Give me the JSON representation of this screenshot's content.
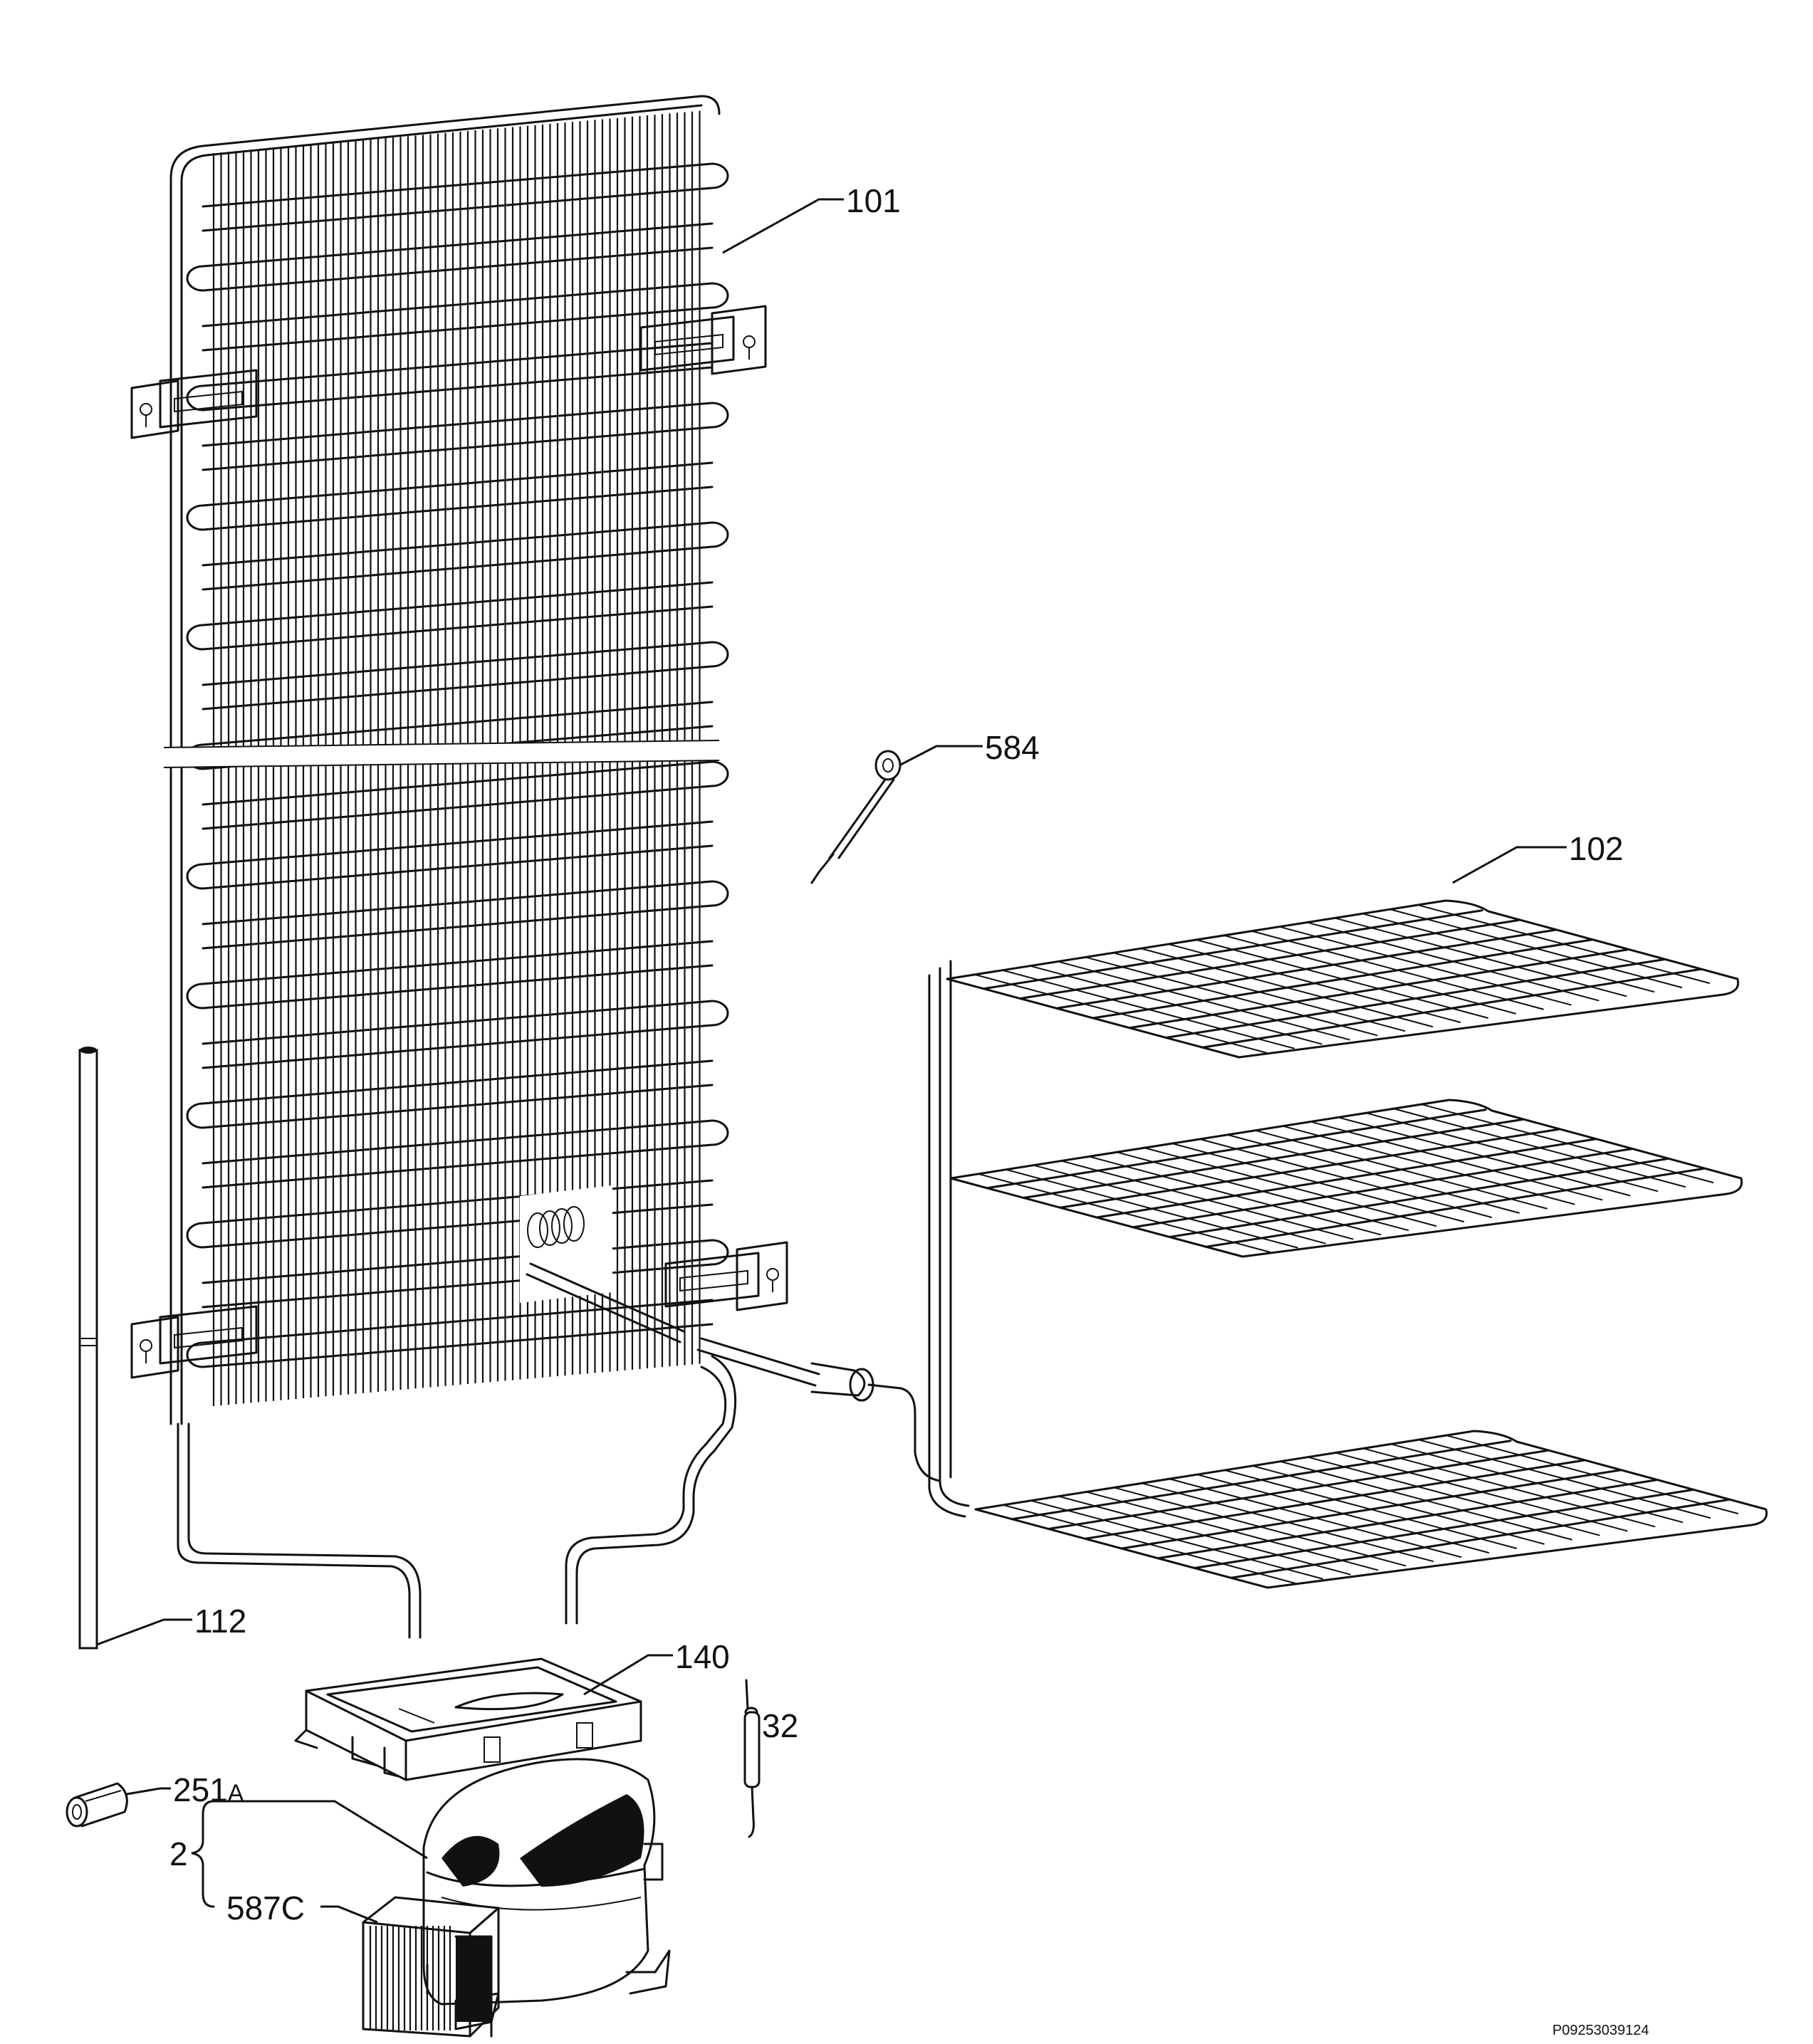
{
  "callouts": {
    "c101": "101",
    "c584": "584",
    "c102": "102",
    "c112": "112",
    "c140": "140",
    "c32": "32",
    "c251a": "251",
    "c251a_suffix": "A",
    "c2": "2",
    "c587c": "587C"
  },
  "drawing_number": "P09253039124"
}
